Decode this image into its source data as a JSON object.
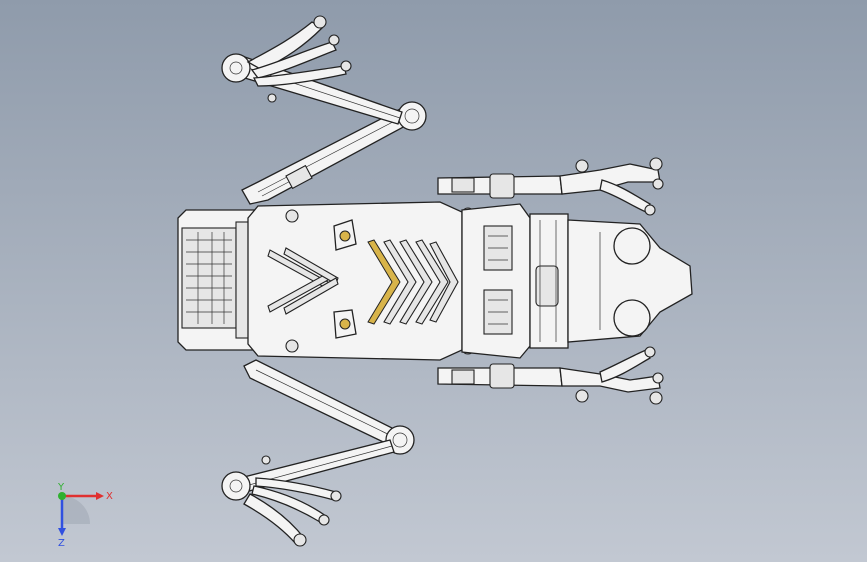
{
  "viewport": {
    "background_top": "#8f9bab",
    "background_bottom": "#c2c8d2"
  },
  "triad": {
    "x_label": "X",
    "y_label": "Y",
    "z_label": "Z",
    "x_color": "#e03030",
    "y_color": "#30b030",
    "z_color": "#3050e0"
  }
}
